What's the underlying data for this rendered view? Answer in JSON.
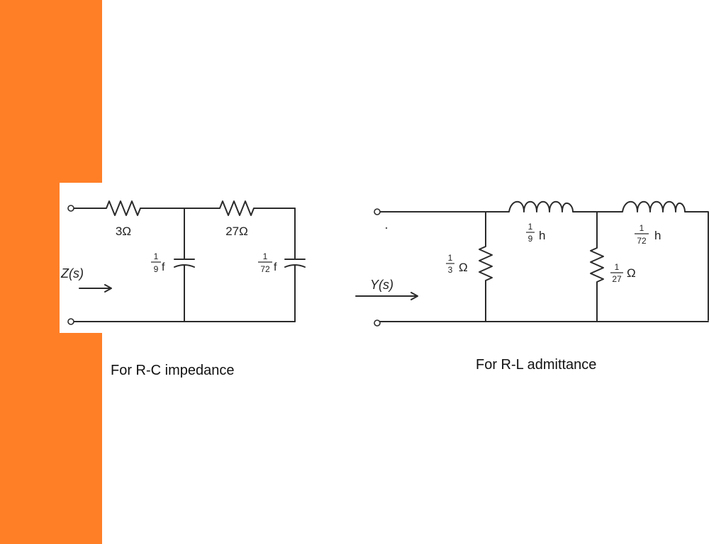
{
  "theme": {
    "accent": "#FF7F27",
    "background": "#FFFFFF",
    "ink": "#2B2B2B"
  },
  "rc_network": {
    "port_label": "Z(s)",
    "r1": "3Ω",
    "r2": "27Ω",
    "c1": {
      "num": "1",
      "den": "9",
      "unit": "f"
    },
    "c2": {
      "num": "1",
      "den": "72",
      "unit": "f"
    },
    "caption": "For R-C impedance"
  },
  "rl_network": {
    "port_label": "Y(s)",
    "l1": {
      "num": "1",
      "den": "9",
      "unit": "h"
    },
    "l2": {
      "num": "1",
      "den": "72",
      "unit": "h"
    },
    "r1": {
      "num": "1",
      "den": "3",
      "unit": "Ω"
    },
    "r2": {
      "num": "1",
      "den": "27",
      "unit": "Ω"
    },
    "caption": "For R-L admittance"
  }
}
